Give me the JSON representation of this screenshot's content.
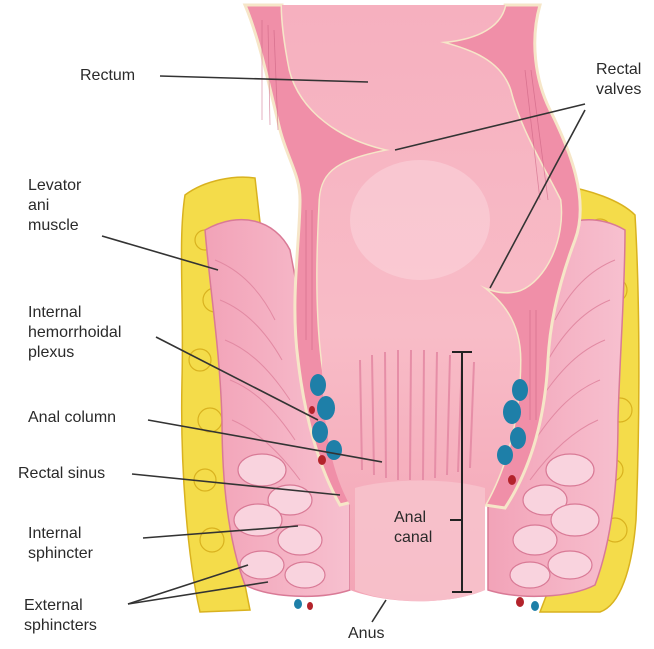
{
  "labels": {
    "rectum": "Rectum",
    "rectal_valves": [
      "Rectal",
      "valves"
    ],
    "levator_ani_muscle": [
      "Levator",
      "ani",
      "muscle"
    ],
    "internal_hemorrhoidal_plexus": [
      "Internal",
      "hemorrhoidal",
      "plexus"
    ],
    "anal_column": "Anal column",
    "rectal_sinus": "Rectal sinus",
    "internal_sphincter": [
      "Internal",
      "sphincter"
    ],
    "external_sphincters": [
      "External",
      "sphincters"
    ],
    "anal_canal": [
      "Anal",
      "canal"
    ],
    "anus": "Anus"
  },
  "colors": {
    "fat": "#f4dc4a",
    "fat_outline": "#d9b21f",
    "muscle": "#f3a9bd",
    "muscle_line": "#d97a96",
    "lumen": "#f7b6c2",
    "lumen_light": "#fbd6dc",
    "wall_border": "#f6e6c8",
    "plexus_vein": "#1e7fa8",
    "plexus_artery": "#b3232b",
    "leader_line": "#333333"
  }
}
